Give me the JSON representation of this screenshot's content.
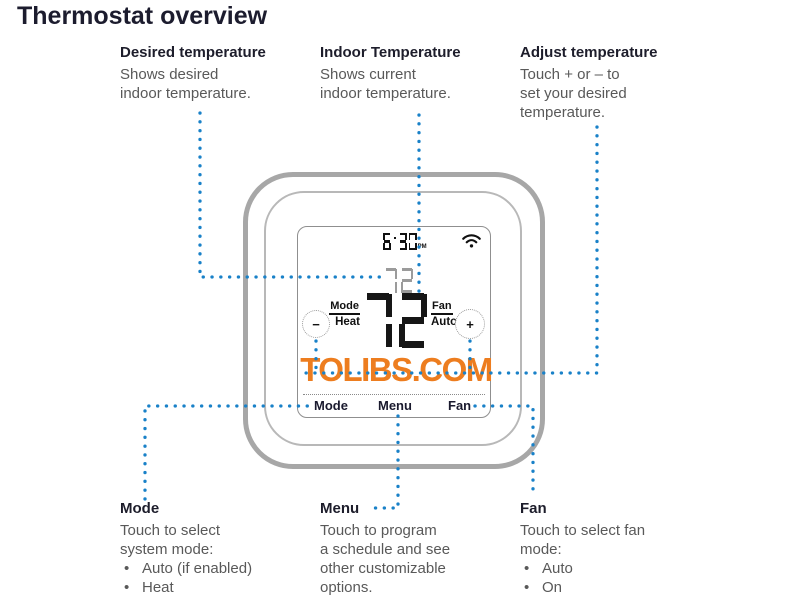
{
  "title": "Thermostat overview",
  "colors": {
    "leader_blue": "#1981C8",
    "watermark_orange": "#ED7D1F",
    "heading_text": "#1D1D2B",
    "body_text": "#595959",
    "case_gray": "#A7A7A7"
  },
  "callouts_top": [
    {
      "heading": "Desired temperature",
      "body": "Shows desired\nindoor temperature."
    },
    {
      "heading": "Indoor Temperature",
      "body": "Shows current\nindoor temperature."
    },
    {
      "heading": "Adjust temperature",
      "body": "Touch + or – to\nset your desired\ntemperature."
    }
  ],
  "callouts_bottom": [
    {
      "heading": "Mode",
      "body": "Touch to select\nsystem mode:",
      "bullets": [
        "Auto (if enabled)",
        "Heat"
      ]
    },
    {
      "heading": "Menu",
      "body": "Touch to program\na schedule and see\nother customizable\noptions.",
      "bullets": []
    },
    {
      "heading": "Fan",
      "body": "Touch to select fan\nmode:",
      "bullets": [
        "Auto",
        "On"
      ]
    }
  ],
  "thermostat": {
    "time": "6:30",
    "time_meridiem": "PM",
    "wifi_icon": "wifi-icon",
    "desired_temp": "72",
    "current_temp": "72",
    "mode_label": "Mode",
    "mode_value": "Heat",
    "fan_label": "Fan",
    "fan_value": "Auto",
    "minus_label": "−",
    "plus_label": "+",
    "touch_buttons": {
      "mode": "Mode",
      "menu": "Menu",
      "fan": "Fan"
    }
  },
  "watermark": "TOLIBS.COM"
}
